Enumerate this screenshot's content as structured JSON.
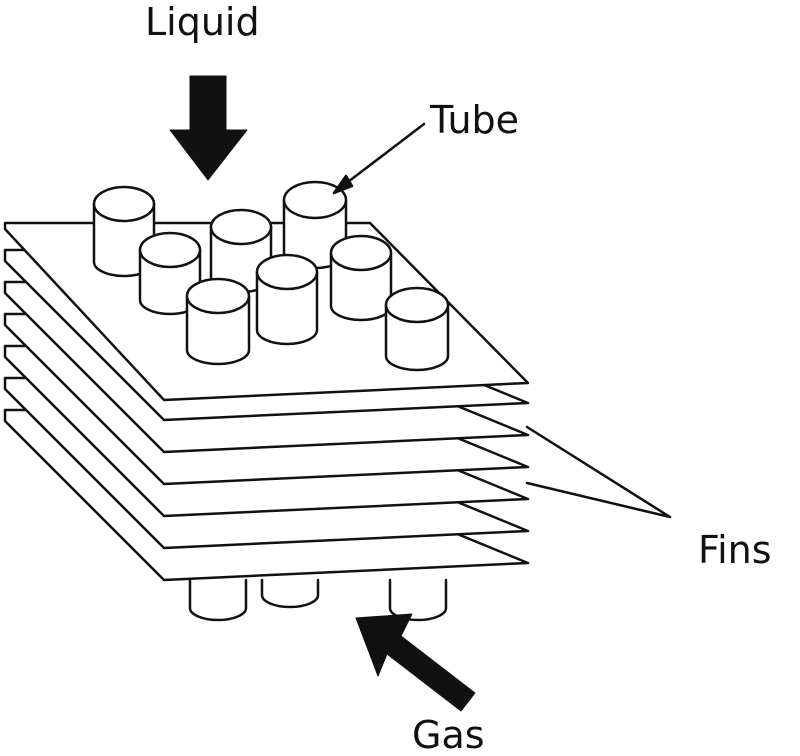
{
  "labels": {
    "liquid": "Liquid",
    "tube": "Tube",
    "fins": "Fins",
    "gas": "Gas"
  },
  "colors": {
    "ink": "#111111",
    "paper": "#ffffff"
  }
}
